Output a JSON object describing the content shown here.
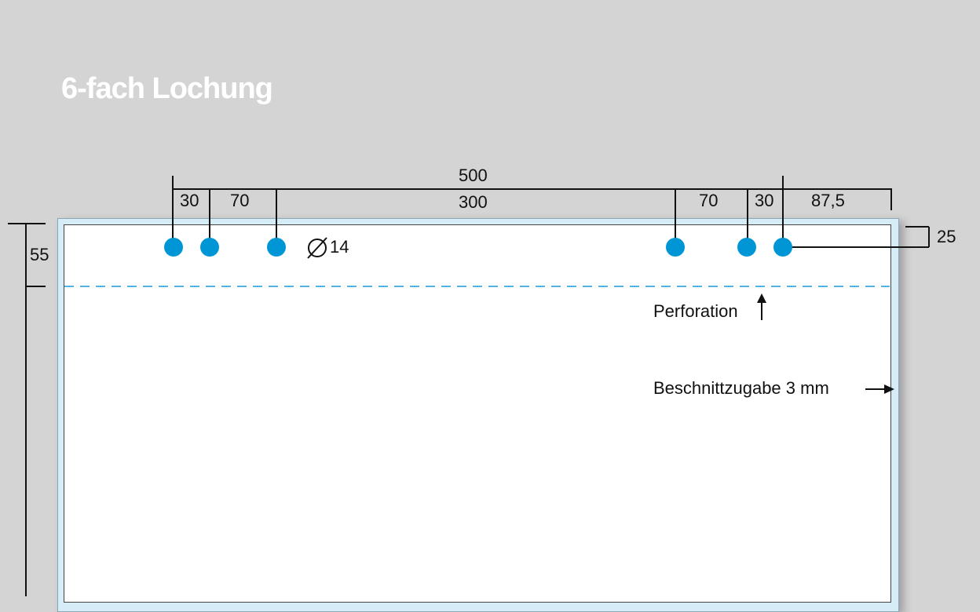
{
  "title": "6-fach Lochung",
  "dimensions": {
    "total_width": "500",
    "center_span": "300",
    "left_outer": "30",
    "left_inner": "70",
    "right_inner": "70",
    "right_outer": "30",
    "right_margin": "87,5",
    "top_offset": "25",
    "perforation_depth": "55"
  },
  "hole": {
    "diameter_symbol": "∅",
    "diameter": "14",
    "count": 6,
    "color": "#0096d6"
  },
  "labels": {
    "perforation": "Perforation",
    "bleed": "Beschnittzugabe 3 mm"
  },
  "colors": {
    "background": "#d4d4d4",
    "perforation_line": "#1a9ad9",
    "bleed": "#d6ecf7"
  }
}
